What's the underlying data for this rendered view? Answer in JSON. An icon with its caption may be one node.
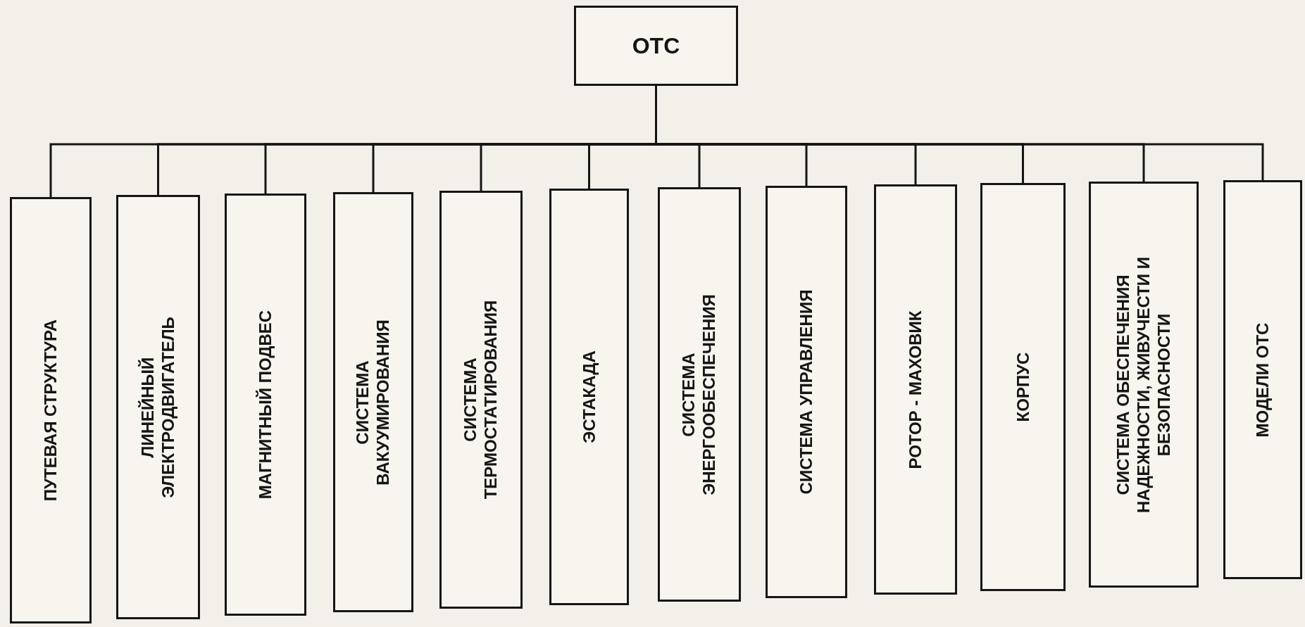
{
  "diagram": {
    "nodes": [
      {
        "text": [
          "ОТС"
        ]
      },
      {
        "text": [
          "ПУТЕВАЯ СТРУКТУРА"
        ]
      },
      {
        "text": [
          "ЛИНЕЙНЫЙ ЭЛЕКТРОДВИГАТЕЛЬ"
        ]
      },
      {
        "text": [
          "МАГНИТНЫЙ ПОДВЕС"
        ]
      },
      {
        "text": [
          "СИСТЕМА ВАКУУМИРОВАНИЯ"
        ]
      },
      {
        "text": [
          "СИСТЕМА ТЕРМОСТАТИРОВАНИЯ"
        ]
      },
      {
        "text": [
          "ЭСТАКАДА"
        ]
      },
      {
        "text": [
          "СИСТЕМА ЭНЕРГООБЕСПЕЧЕНИЯ"
        ]
      },
      {
        "text": [
          "СИСТЕМА УПРАВЛЕНИЯ"
        ]
      },
      {
        "text": [
          "РОТОР - МАХОВИК"
        ]
      },
      {
        "text": [
          "КОРПУС"
        ]
      },
      {
        "text": [
          "СИСТЕМА ОБЕСПЕЧЕНИЯ НАДЕЖНОСТИ, ЖИВУЧЕСТИ И БЕЗОПАСНОСТИ"
        ]
      },
      {
        "text": [
          "МОДЕЛИ ОТС"
        ]
      }
    ],
    "edges": [
      {
        "from": 0,
        "to": 1,
        "arrow": "none"
      },
      {
        "from": 0,
        "to": 2,
        "arrow": "none"
      },
      {
        "from": 0,
        "to": 3,
        "arrow": "none"
      },
      {
        "from": 0,
        "to": 4,
        "arrow": "none"
      },
      {
        "from": 0,
        "to": 5,
        "arrow": "none"
      },
      {
        "from": 0,
        "to": 6,
        "arrow": "none"
      },
      {
        "from": 0,
        "to": 7,
        "arrow": "none"
      },
      {
        "from": 0,
        "to": 8,
        "arrow": "none"
      },
      {
        "from": 0,
        "to": 9,
        "arrow": "none"
      },
      {
        "from": 0,
        "to": 10,
        "arrow": "none"
      },
      {
        "from": 0,
        "to": 11,
        "arrow": "none"
      },
      {
        "from": 0,
        "to": 12,
        "arrow": "none"
      }
    ]
  }
}
